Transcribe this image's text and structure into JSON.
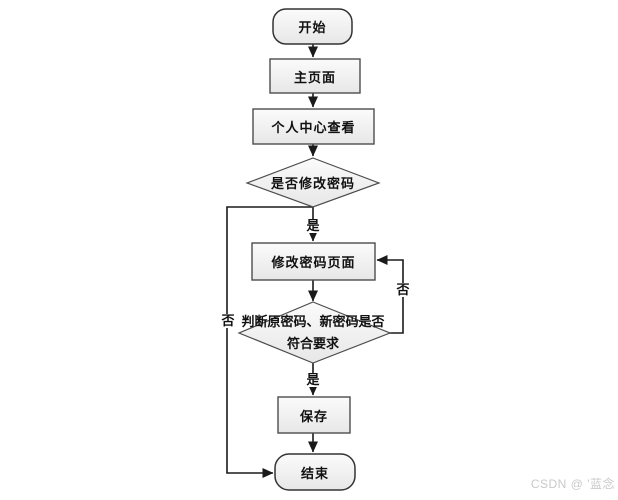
{
  "flowchart": {
    "nodes": {
      "start": {
        "label": "开始"
      },
      "main_page": {
        "label": "主页面"
      },
      "personal_center": {
        "label": "个人中心查看"
      },
      "decision_modify_password": {
        "label": "是否修改密码"
      },
      "modify_password_page": {
        "label": "修改密码页面"
      },
      "decision_password_valid": {
        "label_line1": "判断原密码、新密码是否",
        "label_line2": "符合要求"
      },
      "save": {
        "label": "保存"
      },
      "end": {
        "label": "结束"
      }
    },
    "edges": [
      {
        "from": "start",
        "to": "main_page",
        "label": ""
      },
      {
        "from": "main_page",
        "to": "personal_center",
        "label": ""
      },
      {
        "from": "personal_center",
        "to": "decision_modify_password",
        "label": ""
      },
      {
        "from": "decision_modify_password",
        "to": "modify_password_page",
        "label": "是"
      },
      {
        "from": "decision_modify_password",
        "to": "end",
        "label": "否"
      },
      {
        "from": "modify_password_page",
        "to": "decision_password_valid",
        "label": ""
      },
      {
        "from": "decision_password_valid",
        "to": "modify_password_page",
        "label": "否"
      },
      {
        "from": "decision_password_valid",
        "to": "save",
        "label": "是"
      },
      {
        "from": "save",
        "to": "end",
        "label": ""
      }
    ]
  },
  "watermark": {
    "text": "CSDN @ '蓝念"
  },
  "colors": {
    "node_fill_top": "#fbfbfb",
    "node_fill_bottom": "#e7e7e7",
    "node_border": "#4d4d4d",
    "terminator_border": "#333333",
    "connector": "#1a1a1a",
    "text": "#111111",
    "watermark": "#c9c9c9",
    "background": "#ffffff"
  }
}
